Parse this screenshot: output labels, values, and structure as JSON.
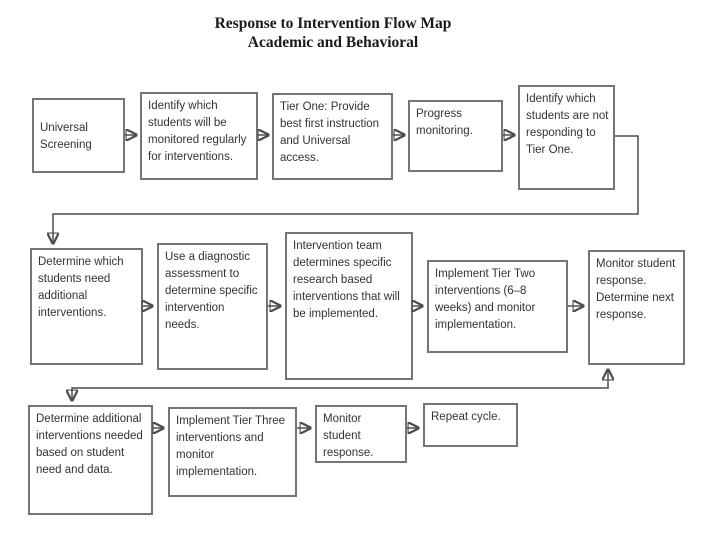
{
  "title": {
    "line1": "Response to Intervention Flow Map",
    "line2": "Academic and Behavioral"
  },
  "flow": {
    "boxes": [
      {
        "id": "universal-screening",
        "text": "Universal Screening"
      },
      {
        "id": "identify-monitored",
        "text": "Identify which students will be monitored regularly for interventions."
      },
      {
        "id": "tier-one",
        "text": "Tier One: Provide best first instruction and Universal access."
      },
      {
        "id": "progress-monitoring",
        "text": "Progress monitoring."
      },
      {
        "id": "identify-not-responding",
        "text": "Identify which students are not responding to Tier One."
      },
      {
        "id": "determine-which-students",
        "text": "Determine which students need additional interventions."
      },
      {
        "id": "diagnostic-assessment",
        "text": "Use a diagnostic assessment to determine specific intervention needs."
      },
      {
        "id": "intervention-team",
        "text": "Intervention team determines specific research based interventions that will be implemented."
      },
      {
        "id": "implement-tier-two",
        "text": "Implement Tier Two interventions (6–8 weeks) and monitor implementation."
      },
      {
        "id": "monitor-determine-next",
        "text": "Monitor student response. Determine next response."
      },
      {
        "id": "determine-additional",
        "text": "Determine additional interventions needed based on student need and data."
      },
      {
        "id": "implement-tier-three",
        "text": "Implement Tier Three interventions and monitor implementation."
      },
      {
        "id": "monitor-student-response",
        "text": "Monitor student response."
      },
      {
        "id": "repeat-cycle",
        "text": "Repeat cycle."
      }
    ]
  },
  "colors": {
    "background": "#ffffff",
    "box_border": "#757575",
    "box_fill": "#ffffff",
    "connector_line": "#4d4d4d",
    "arrowhead": "#1f1f1f",
    "box_text": "#333333",
    "title_text": "#1a1a1a"
  }
}
